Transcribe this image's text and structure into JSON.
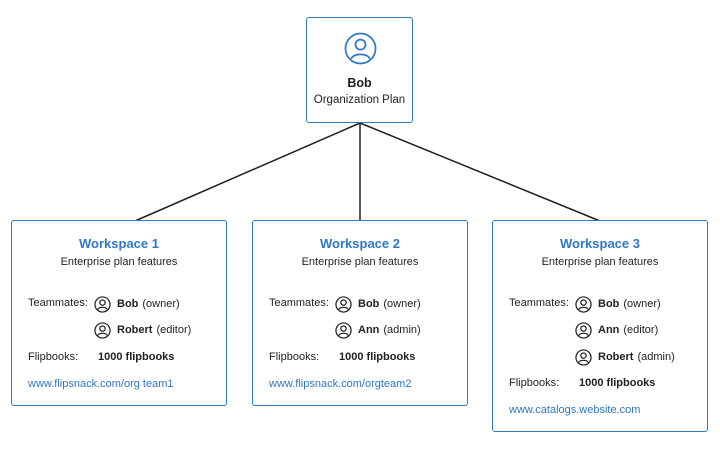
{
  "colors": {
    "accent": "#2f78c4",
    "line": "#1f1f1f"
  },
  "root": {
    "icon": "user-circle-icon",
    "name": "Bob",
    "plan": "Organization Plan"
  },
  "workspaces": [
    {
      "title": "Workspace 1",
      "subtitle": "Enterprise plan features",
      "teammates_label": "Teammates:",
      "teammates": [
        {
          "name": "Bob",
          "role": "(owner)"
        },
        {
          "name": "Robert",
          "role": "(editor)"
        }
      ],
      "flipbooks_label": "Flipbooks:",
      "flipbooks_value": "1000 flipbooks",
      "url": "www.flipsnack.com/org team1"
    },
    {
      "title": "Workspace 2",
      "subtitle": "Enterprise plan features",
      "teammates_label": "Teammates:",
      "teammates": [
        {
          "name": "Bob",
          "role": "(owner)"
        },
        {
          "name": "Ann",
          "role": "(admin)"
        }
      ],
      "flipbooks_label": "Flipbooks:",
      "flipbooks_value": "1000 flipbooks",
      "url": "www.flipsnack.com/orgteam2"
    },
    {
      "title": "Workspace 3",
      "subtitle": "Enterprise plan features",
      "teammates_label": "Teammates:",
      "teammates": [
        {
          "name": "Bob",
          "role": "(owner)"
        },
        {
          "name": "Ann",
          "role": "(editor)"
        },
        {
          "name": "Robert",
          "role": "(admin)"
        }
      ],
      "flipbooks_label": "Flipbooks:",
      "flipbooks_value": "1000 flipbooks",
      "url": "www.catalogs.website.com"
    }
  ]
}
